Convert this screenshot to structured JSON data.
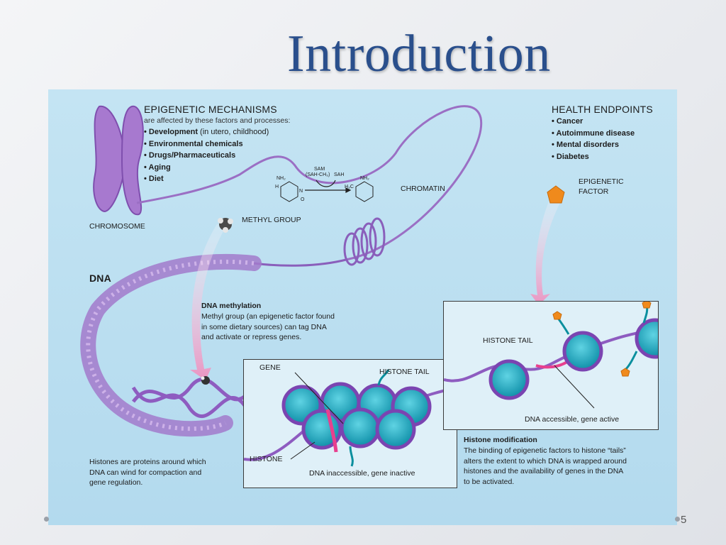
{
  "slide": {
    "title": "Introduction",
    "page_number": "5"
  },
  "diagram": {
    "mechanisms": {
      "heading": "EPIGENETIC MECHANISMS",
      "subheading": "are affected by these factors and processes:",
      "items": [
        {
          "label": "Development",
          "note": " (in utero, childhood)"
        },
        {
          "label": "Environmental chemicals",
          "note": ""
        },
        {
          "label": "Drugs/Pharmaceuticals",
          "note": ""
        },
        {
          "label": "Aging",
          "note": ""
        },
        {
          "label": "Diet",
          "note": ""
        }
      ]
    },
    "health": {
      "heading": "HEALTH ENDPOINTS",
      "items": [
        "Cancer",
        "Autoimmune disease",
        "Mental disorders",
        "Diabetes"
      ]
    },
    "labels": {
      "chromosome": "CHROMOSOME",
      "methyl_group": "METHYL GROUP",
      "chromatin": "CHROMATIN",
      "epigenetic_factor_line1": "EPIGENETIC",
      "epigenetic_factor_line2": "FACTOR",
      "dna": "DNA",
      "gene": "GENE",
      "histone_tail_left": "HISTONE TAIL",
      "histone_tail_right": "HISTONE TAIL",
      "histone": "HISTONE",
      "dna_inaccessible": "DNA inaccessible, gene inactive",
      "dna_accessible": "DNA accessible, gene active"
    },
    "chemistry": {
      "sam": "SAM",
      "sah_ch3": "(SAH-CH₃)",
      "sah": "SAH",
      "nh2_left": "NH₂",
      "nh2_right": "NH₂",
      "h3c": "H₃C",
      "h": "H",
      "n": "N",
      "o": "O"
    },
    "dna_methylation": {
      "title": "DNA methylation",
      "lines": [
        "Methyl group (an epigenetic factor found",
        "in some dietary sources) can tag DNA",
        "and activate or repress genes."
      ]
    },
    "histones_note": {
      "lines": [
        "Histones are proteins around which",
        "DNA can wind for compaction and",
        "gene regulation."
      ]
    },
    "histone_modification": {
      "title": "Histone modification",
      "lines": [
        "The binding of epigenetic factors to histone “tails”",
        "alters the extent to which DNA is wrapped around",
        "histones and the availability of genes in the DNA",
        "to be activated."
      ]
    },
    "colors": {
      "dna_purple": "#9b6fc4",
      "histone_teal": "#1fb0c6",
      "epigenetic_factor_orange": "#f08a1c",
      "pink_arrow": "#f2a5c8"
    }
  }
}
